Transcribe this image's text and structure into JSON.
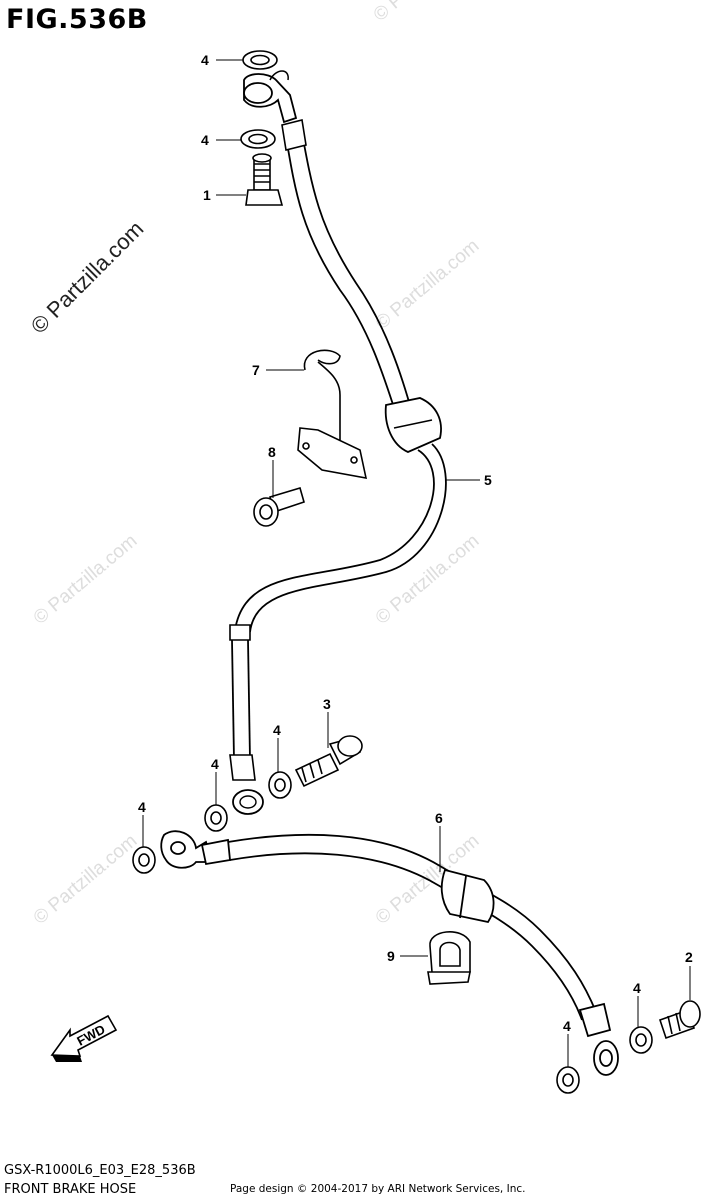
{
  "figure": {
    "title": "FIG.536B",
    "code": "GSX-R1000L6_E03_E28_536B",
    "caption": "FRONT BRAKE HOSE"
  },
  "watermark": {
    "text": "© Partzilla.com"
  },
  "footer": {
    "text": "Page design © 2004-2017 by ARI Network Services, Inc."
  },
  "direction": {
    "label": "FWD"
  },
  "callouts": [
    {
      "id": "c4a",
      "label": "4"
    },
    {
      "id": "c4b",
      "label": "4"
    },
    {
      "id": "c1",
      "label": "1"
    },
    {
      "id": "c7",
      "label": "7"
    },
    {
      "id": "c8",
      "label": "8"
    },
    {
      "id": "c5",
      "label": "5"
    },
    {
      "id": "c3",
      "label": "3"
    },
    {
      "id": "c4c",
      "label": "4"
    },
    {
      "id": "c4d",
      "label": "4"
    },
    {
      "id": "c4e",
      "label": "4"
    },
    {
      "id": "c6",
      "label": "6"
    },
    {
      "id": "c9",
      "label": "9"
    },
    {
      "id": "c2",
      "label": "2"
    },
    {
      "id": "c4f",
      "label": "4"
    },
    {
      "id": "c4g",
      "label": "4"
    }
  ]
}
